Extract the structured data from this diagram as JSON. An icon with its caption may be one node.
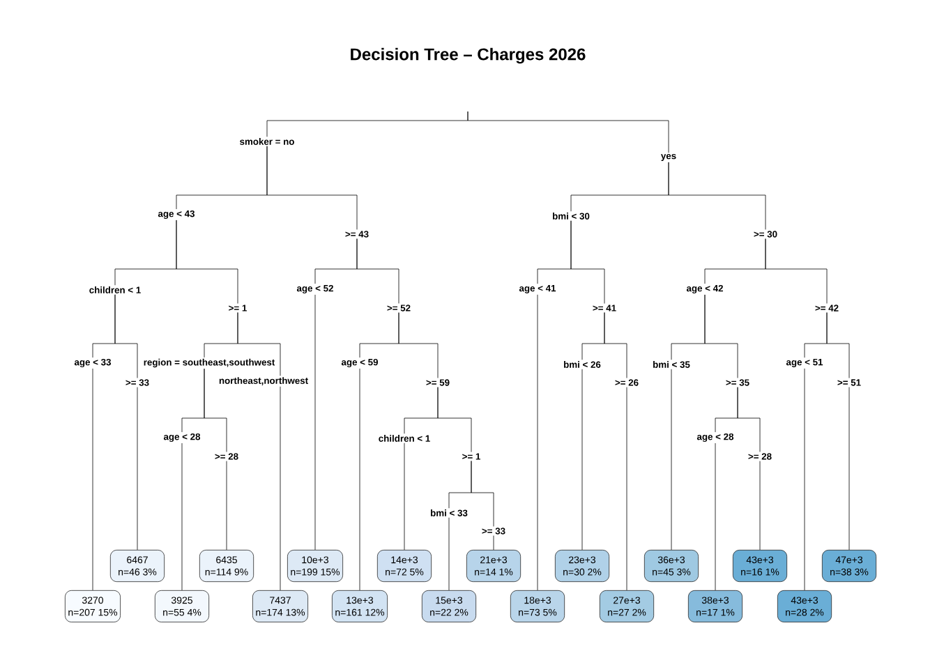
{
  "diagram": {
    "title": "Decision Tree – Charges 2026",
    "nodes": [
      {
        "text": [
          "smoker = no"
        ]
      },
      {
        "text": [
          "yes"
        ]
      },
      {
        "text": [
          "age < 43"
        ]
      },
      {
        "text": [
          ">= 43"
        ]
      },
      {
        "text": [
          "bmi < 30"
        ]
      },
      {
        "text": [
          ">= 30"
        ]
      },
      {
        "text": [
          "children < 1"
        ]
      },
      {
        "text": [
          ">= 1"
        ]
      },
      {
        "text": [
          "age < 52"
        ]
      },
      {
        "text": [
          ">= 52"
        ]
      },
      {
        "text": [
          "age < 41"
        ]
      },
      {
        "text": [
          ">= 41"
        ]
      },
      {
        "text": [
          "age < 42"
        ]
      },
      {
        "text": [
          ">= 42"
        ]
      },
      {
        "text": [
          "age < 33"
        ]
      },
      {
        "text": [
          ">= 33"
        ]
      },
      {
        "text": [
          "region = southeast,southwest"
        ]
      },
      {
        "text": [
          "northeast,northwest"
        ]
      },
      {
        "text": [
          "age < 59"
        ]
      },
      {
        "text": [
          ">= 59"
        ]
      },
      {
        "text": [
          "bmi < 26"
        ]
      },
      {
        "text": [
          ">= 26"
        ]
      },
      {
        "text": [
          "bmi < 35"
        ]
      },
      {
        "text": [
          ">= 35"
        ]
      },
      {
        "text": [
          "age < 51"
        ]
      },
      {
        "text": [
          ">= 51"
        ]
      },
      {
        "text": [
          "age < 28"
        ]
      },
      {
        "text": [
          ">= 28"
        ]
      },
      {
        "text": [
          "children < 1"
        ]
      },
      {
        "text": [
          ">= 1"
        ]
      },
      {
        "text": [
          "age < 28"
        ]
      },
      {
        "text": [
          ">= 28"
        ]
      },
      {
        "text": [
          "bmi < 33"
        ]
      },
      {
        "text": [
          ">= 33"
        ]
      },
      {
        "text": [
          "3270",
          "n=207 15%"
        ]
      },
      {
        "text": [
          "6467",
          "n=46 3%"
        ]
      },
      {
        "text": [
          "3925",
          "n=55 4%"
        ]
      },
      {
        "text": [
          "6435",
          "n=114 9%"
        ]
      },
      {
        "text": [
          "7437",
          "n=174 13%"
        ]
      },
      {
        "text": [
          "10e+3",
          "n=199 15%"
        ]
      },
      {
        "text": [
          "13e+3",
          "n=161 12%"
        ]
      },
      {
        "text": [
          "14e+3",
          "n=72 5%"
        ]
      },
      {
        "text": [
          "15e+3",
          "n=22 2%"
        ]
      },
      {
        "text": [
          "21e+3",
          "n=14 1%"
        ]
      },
      {
        "text": [
          "18e+3",
          "n=73 5%"
        ]
      },
      {
        "text": [
          "23e+3",
          "n=30 2%"
        ]
      },
      {
        "text": [
          "27e+3",
          "n=27 2%"
        ]
      },
      {
        "text": [
          "36e+3",
          "n=45 3%"
        ]
      },
      {
        "text": [
          "38e+3",
          "n=17 1%"
        ]
      },
      {
        "text": [
          "43e+3",
          "n=16 1%"
        ]
      },
      {
        "text": [
          "43e+3",
          "n=28 2%"
        ]
      },
      {
        "text": [
          "47e+3",
          "n=38 3%"
        ]
      }
    ],
    "edges": [
      {
        "from": null,
        "to": 0,
        "arrow": "none"
      },
      {
        "from": null,
        "to": 1,
        "arrow": "none"
      },
      {
        "from": 0,
        "to": 2,
        "arrow": "none"
      },
      {
        "from": 0,
        "to": 3,
        "arrow": "none"
      },
      {
        "from": 1,
        "to": 4,
        "arrow": "none"
      },
      {
        "from": 1,
        "to": 5,
        "arrow": "none"
      },
      {
        "from": 2,
        "to": 6,
        "arrow": "none"
      },
      {
        "from": 2,
        "to": 7,
        "arrow": "none"
      },
      {
        "from": 3,
        "to": 8,
        "arrow": "none"
      },
      {
        "from": 3,
        "to": 9,
        "arrow": "none"
      },
      {
        "from": 4,
        "to": 10,
        "arrow": "none"
      },
      {
        "from": 4,
        "to": 11,
        "arrow": "none"
      },
      {
        "from": 5,
        "to": 12,
        "arrow": "none"
      },
      {
        "from": 5,
        "to": 13,
        "arrow": "none"
      },
      {
        "from": 6,
        "to": 14,
        "arrow": "none"
      },
      {
        "from": 6,
        "to": 15,
        "arrow": "none"
      },
      {
        "from": 7,
        "to": 16,
        "arrow": "none"
      },
      {
        "from": 7,
        "to": 17,
        "arrow": "none"
      },
      {
        "from": 9,
        "to": 18,
        "arrow": "none"
      },
      {
        "from": 9,
        "to": 19,
        "arrow": "none"
      },
      {
        "from": 11,
        "to": 20,
        "arrow": "none"
      },
      {
        "from": 11,
        "to": 21,
        "arrow": "none"
      },
      {
        "from": 12,
        "to": 22,
        "arrow": "none"
      },
      {
        "from": 12,
        "to": 23,
        "arrow": "none"
      },
      {
        "from": 13,
        "to": 24,
        "arrow": "none"
      },
      {
        "from": 13,
        "to": 25,
        "arrow": "none"
      },
      {
        "from": 16,
        "to": 26,
        "arrow": "none"
      },
      {
        "from": 16,
        "to": 27,
        "arrow": "none"
      },
      {
        "from": 19,
        "to": 28,
        "arrow": "none"
      },
      {
        "from": 19,
        "to": 29,
        "arrow": "none"
      },
      {
        "from": 23,
        "to": 30,
        "arrow": "none"
      },
      {
        "from": 23,
        "to": 31,
        "arrow": "none"
      },
      {
        "from": 29,
        "to": 32,
        "arrow": "none"
      },
      {
        "from": 29,
        "to": 33,
        "arrow": "none"
      },
      {
        "from": 14,
        "to": 34,
        "arrow": "none"
      },
      {
        "from": 15,
        "to": 35,
        "arrow": "none"
      },
      {
        "from": 26,
        "to": 36,
        "arrow": "none"
      },
      {
        "from": 27,
        "to": 37,
        "arrow": "none"
      },
      {
        "from": 17,
        "to": 38,
        "arrow": "none"
      },
      {
        "from": 8,
        "to": 39,
        "arrow": "none"
      },
      {
        "from": 18,
        "to": 40,
        "arrow": "none"
      },
      {
        "from": 28,
        "to": 41,
        "arrow": "none"
      },
      {
        "from": 32,
        "to": 42,
        "arrow": "none"
      },
      {
        "from": 33,
        "to": 43,
        "arrow": "none"
      },
      {
        "from": 10,
        "to": 44,
        "arrow": "none"
      },
      {
        "from": 20,
        "to": 45,
        "arrow": "none"
      },
      {
        "from": 21,
        "to": 46,
        "arrow": "none"
      },
      {
        "from": 22,
        "to": 47,
        "arrow": "none"
      },
      {
        "from": 30,
        "to": 48,
        "arrow": "none"
      },
      {
        "from": 31,
        "to": 49,
        "arrow": "none"
      },
      {
        "from": 24,
        "to": 50,
        "arrow": "none"
      },
      {
        "from": 25,
        "to": 51,
        "arrow": "none"
      }
    ]
  }
}
